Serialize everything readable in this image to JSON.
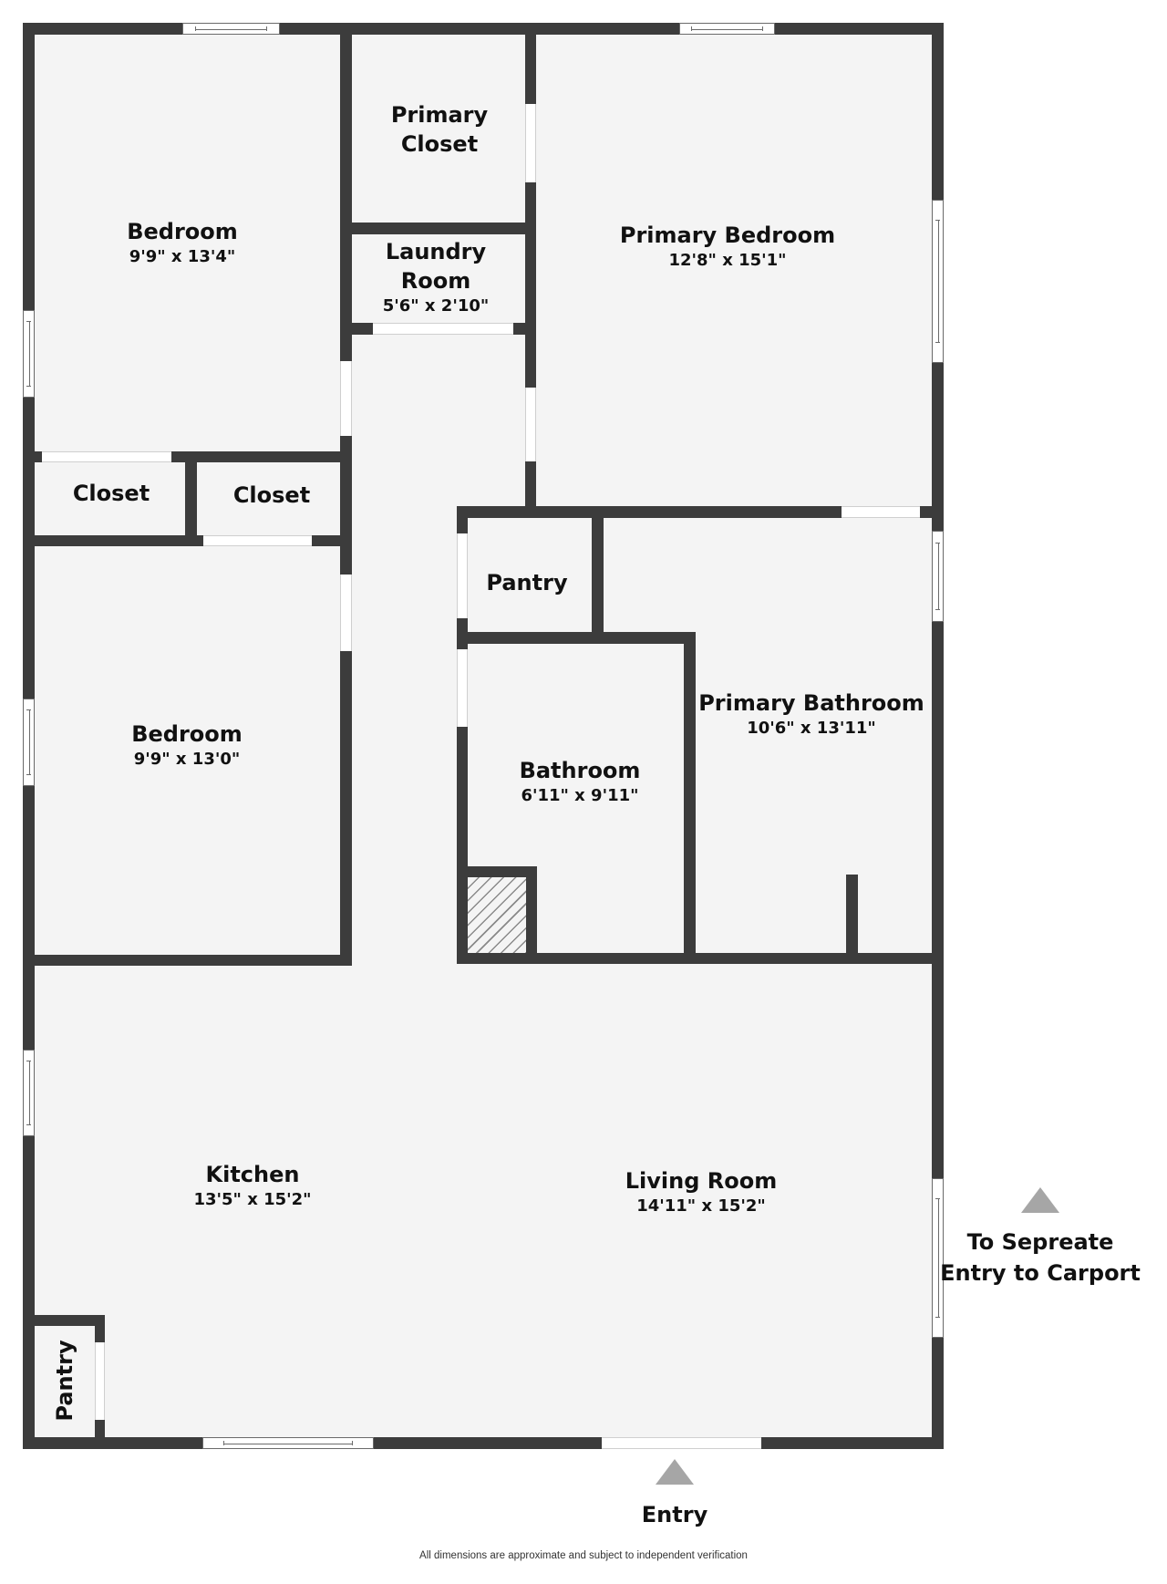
{
  "rooms": {
    "bedroom_1": {
      "name": "Bedroom",
      "dims": "9'9\" x 13'4\""
    },
    "primary_closet": {
      "name": "Primary Closet"
    },
    "laundry": {
      "name": "Laundry Room",
      "dims": "5'6\" x 2'10\""
    },
    "primary_bedroom": {
      "name": "Primary Bedroom",
      "dims": "12'8\" x 15'1\""
    },
    "closet_left": {
      "name": "Closet"
    },
    "closet_right": {
      "name": "Closet"
    },
    "pantry_center": {
      "name": "Pantry"
    },
    "bedroom_2": {
      "name": "Bedroom",
      "dims": "9'9\" x 13'0\""
    },
    "bathroom": {
      "name": "Bathroom",
      "dims": "6'11\" x 9'11\""
    },
    "primary_bathroom": {
      "name": "Primary Bathroom",
      "dims": "10'6\" x 13'11\""
    },
    "kitchen": {
      "name": "Kitchen",
      "dims": "13'5\" x 15'2\""
    },
    "living_room": {
      "name": "Living Room",
      "dims": "14'11\" x 15'2\""
    },
    "pantry_kitchen": {
      "name": "Pantry"
    }
  },
  "notes": {
    "entry": "Entry",
    "carport_line1": "To Sepreate",
    "carport_line2": "Entry to Carport"
  },
  "disclaimer": "All dimensions are approximate and subject to independent verification",
  "colors": {
    "wall": "#3c3c3c",
    "floor": "#f4f4f4",
    "marker": "#a6a6a6",
    "background": "#ffffff"
  }
}
